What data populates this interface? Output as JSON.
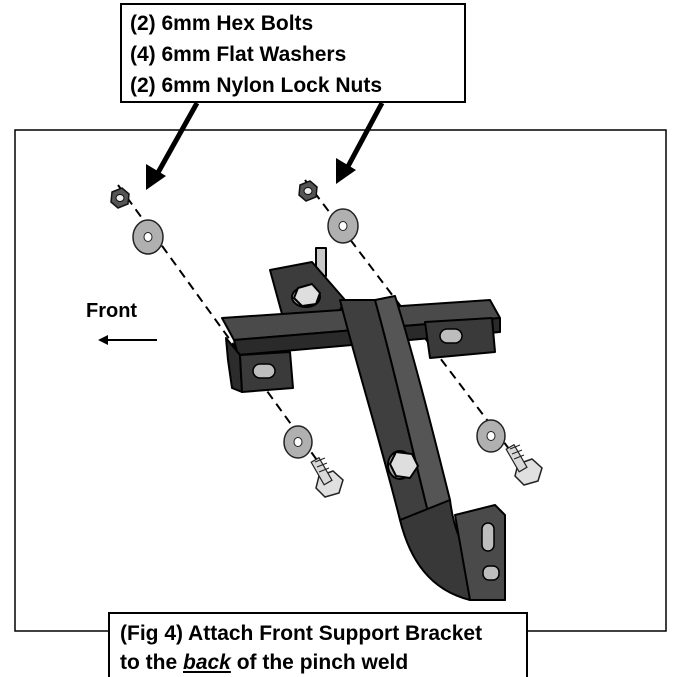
{
  "hardware_box": {
    "lines": [
      "(2) 6mm Hex Bolts",
      "(4) 6mm Flat Washers",
      "(2) 6mm Nylon Lock Nuts"
    ]
  },
  "direction_label": "Front",
  "caption": {
    "line1": "(Fig 4) Attach Front Support Bracket",
    "line2_prefix": "to the ",
    "line2_emphasis": "back",
    "line2_suffix": " of the pinch weld"
  }
}
